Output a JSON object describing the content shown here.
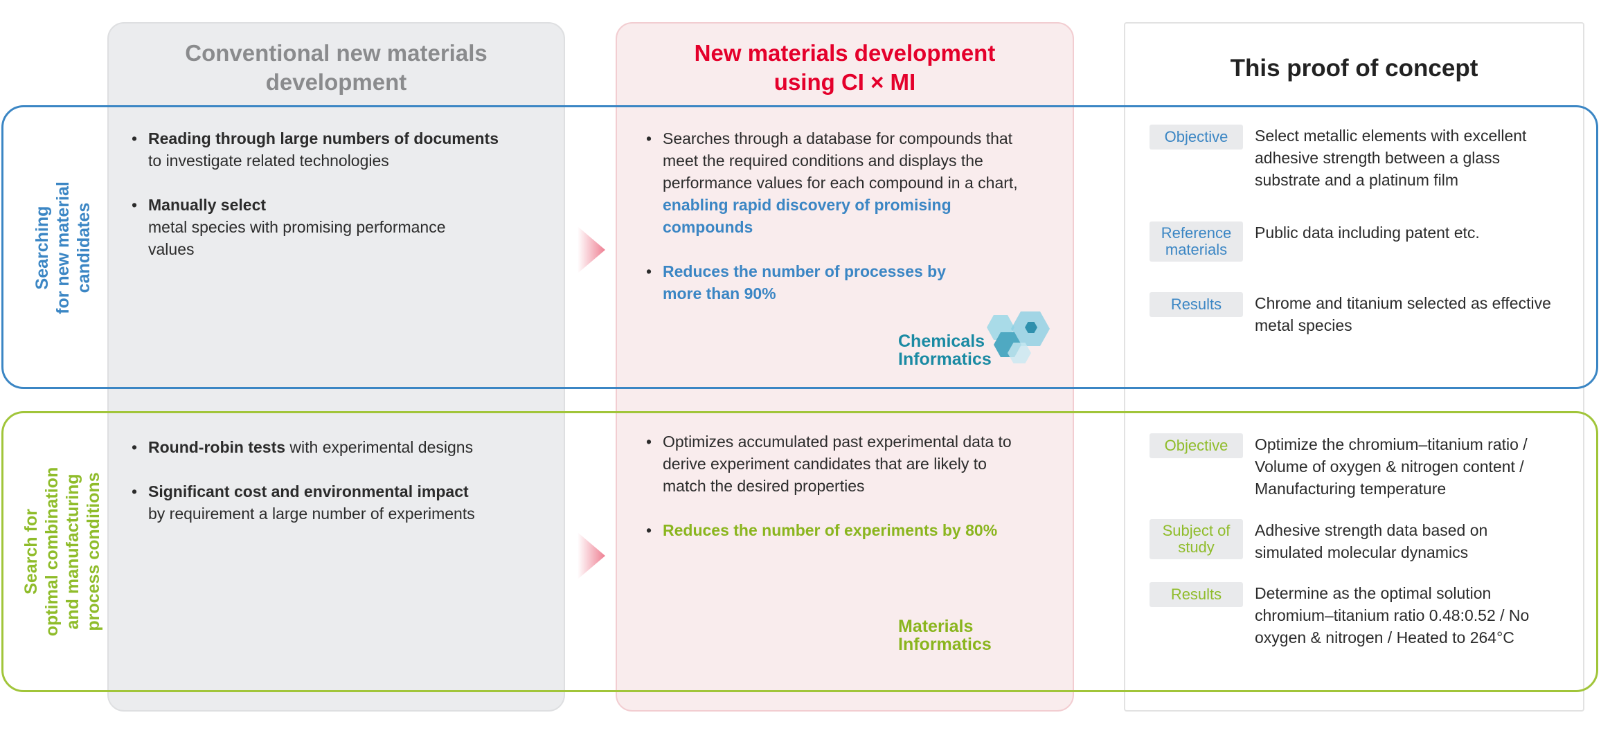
{
  "columns": {
    "conventional": {
      "title": "Conventional new materials development"
    },
    "ci_mi": {
      "title": "New materials development using CI × MI"
    },
    "poc": {
      "title": "This proof of concept"
    }
  },
  "rows": {
    "search": {
      "label_lines": [
        "Searching",
        "for new material",
        "candidates"
      ]
    },
    "optimize": {
      "label_lines": [
        "Search for",
        "optimal combination",
        "and manufacturing",
        "process conditions"
      ]
    }
  },
  "conventional": {
    "search": [
      {
        "bold": "Reading through large numbers of documents",
        "text": "to investigate related technologies"
      },
      {
        "bold": "Manually select",
        "text": " metal species with promising performance values"
      }
    ],
    "optimize": [
      {
        "bold": "Round-robin tests",
        "text": " with experimental designs"
      },
      {
        "bold": "Significant cost and environmental impact",
        "text": "by requirement a large number of experiments"
      }
    ]
  },
  "ci_mi": {
    "search": [
      {
        "text": "Searches through a database for compounds that meet the required conditions and displays the performance values for each compound in a chart, ",
        "highlight": "enabling rapid discovery of promising compounds"
      },
      {
        "highlight": "Reduces the number of processes by more than 90%"
      }
    ],
    "search_logo": [
      "Chemicals",
      "Informatics"
    ],
    "optimize": [
      {
        "text": "Optimizes accumulated past experimental data to derive experiment candidates that are likely to match the desired properties"
      },
      {
        "highlight": "Reduces the number of experiments by 80%"
      }
    ],
    "optimize_logo": [
      "Materials",
      "Informatics"
    ]
  },
  "poc": {
    "search": [
      {
        "tag": "Objective",
        "text": "Select metallic elements with excellent adhesive strength between a glass substrate and a platinum film"
      },
      {
        "tag": "Reference materials",
        "text": "Public data including patent etc."
      },
      {
        "tag": "Results",
        "text": "Chrome and titanium selected as effective metal species"
      }
    ],
    "optimize": [
      {
        "tag": "Objective",
        "text": "Optimize the chromium–titanium ratio / Volume of oxygen & nitrogen content / Manufacturing temperature"
      },
      {
        "tag": "Subject of study",
        "text": "Adhesive strength data based on simulated molecular dynamics"
      },
      {
        "tag": "Results",
        "text": "Determine as the optimal solution chromium–titanium ratio 0.48:0.52 / No oxygen & nitrogen / Heated to 264°C"
      }
    ]
  },
  "colors": {
    "blue": "#3b86c4",
    "green": "#8ab51e",
    "red": "#e4002b",
    "gray_title": "#8a8b8d"
  }
}
